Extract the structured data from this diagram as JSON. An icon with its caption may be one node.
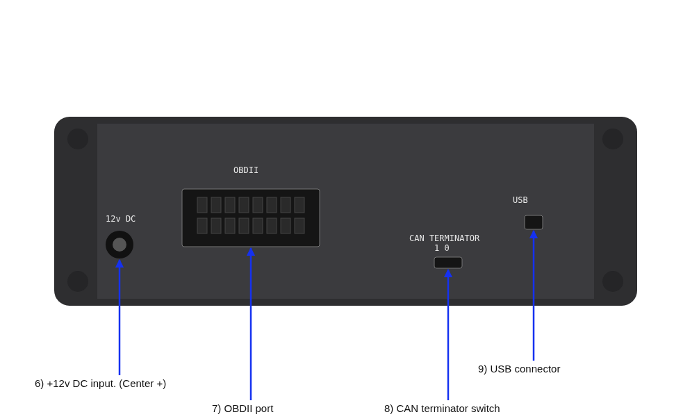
{
  "diagram": {
    "nodes": [
      {
        "text": [
          "6) +12v DC input. (Center +)"
        ]
      },
      {
        "text": [
          "7) OBDII port"
        ]
      },
      {
        "text": [
          "8) CAN terminator switch"
        ]
      },
      {
        "text": [
          "9) USB connector"
        ]
      },
      {
        "text": [],
        "shape": "circle"
      },
      {
        "text": [],
        "shape": "box"
      },
      {
        "text": [],
        "shape": "box"
      },
      {
        "text": [],
        "shape": "box"
      }
    ],
    "edges": [
      {
        "from": 0,
        "to": 4,
        "arrow": "to"
      },
      {
        "from": 1,
        "to": 5,
        "arrow": "to"
      },
      {
        "from": 2,
        "to": 6,
        "arrow": "to"
      },
      {
        "from": 3,
        "to": 7,
        "arrow": "to"
      }
    ],
    "labels": [
      "OBDII",
      "USB",
      "12v DC",
      "CAN TERMINATOR",
      "1 0"
    ]
  }
}
